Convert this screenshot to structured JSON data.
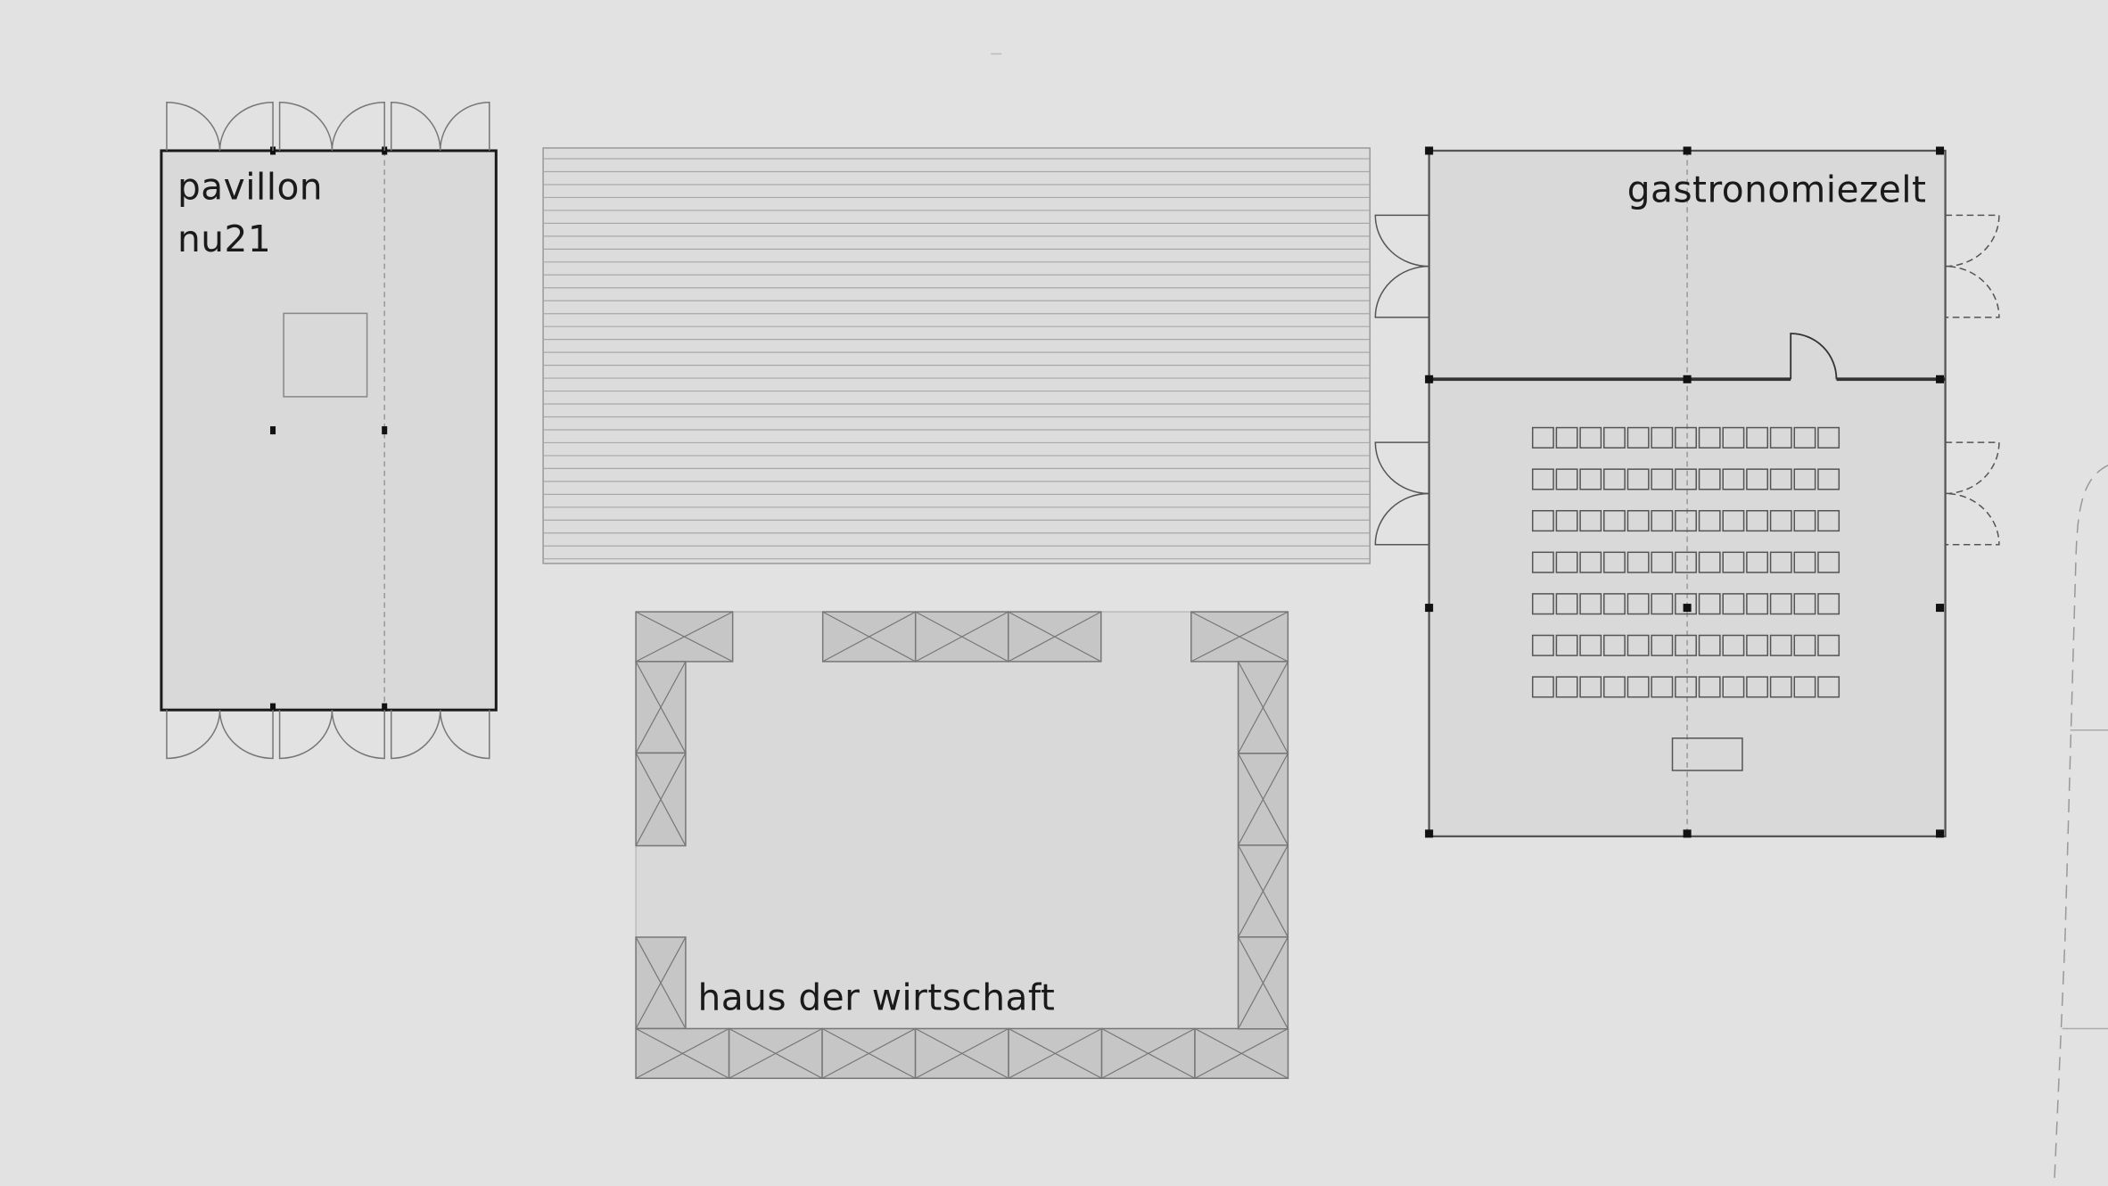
{
  "labels": {
    "pavillon_line1": "pavillon",
    "pavillon_line2": "nu21",
    "gastro": "gastronomiezelt",
    "haus": "haus der wirtschaft"
  },
  "seating": {
    "rows": 7,
    "seats_per_row": 13
  },
  "colors": {
    "background": "#e2e2e2",
    "floor": "#d9d9d9",
    "truss": "#c4c4c4",
    "line": "#1a1a1a"
  }
}
